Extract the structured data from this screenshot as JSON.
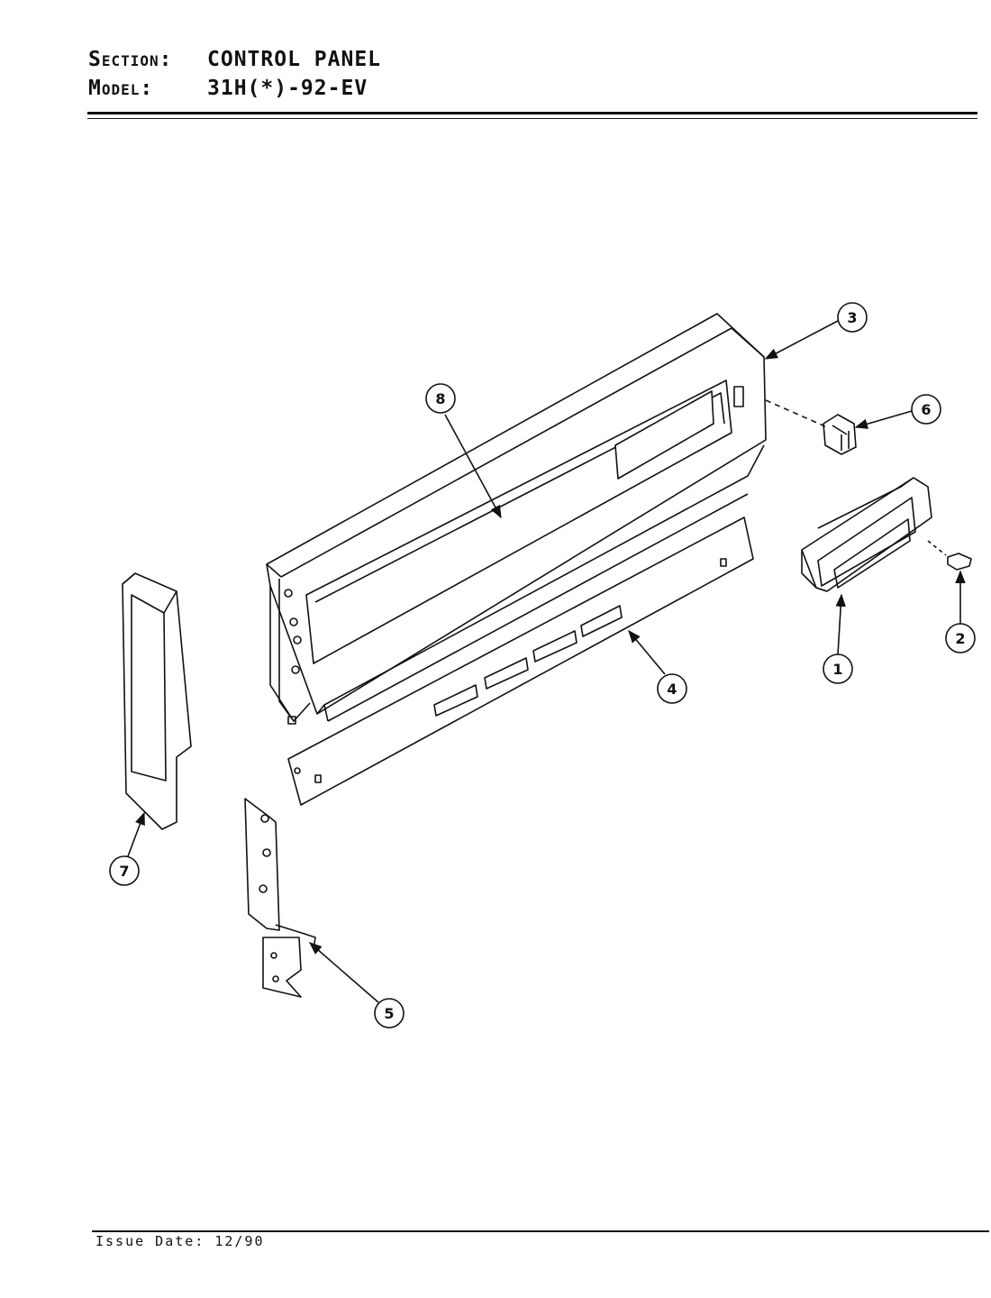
{
  "header": {
    "section_label": "Section:",
    "section_value": "CONTROL PANEL",
    "model_label": "Model:",
    "model_value": "31H(*)-92-EV"
  },
  "footer": {
    "issue_date": "Issue Date: 12/90"
  },
  "callouts": {
    "c1": "1",
    "c2": "2",
    "c3": "3",
    "c4": "4",
    "c5": "5",
    "c6": "6",
    "c7": "7",
    "c8": "8"
  }
}
